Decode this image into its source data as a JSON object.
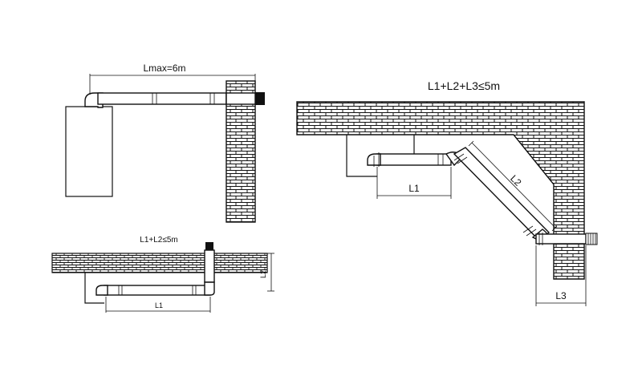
{
  "diagram_1": {
    "label_length": "Lmax=6m"
  },
  "diagram_2": {
    "label_sum": "L1+L2≤5m",
    "label_horizontal": "L1",
    "label_vertical": "L2"
  },
  "diagram_3": {
    "label_sum": "L1+L2+L3≤5m",
    "label_l1": "L1",
    "label_l2": "L2",
    "label_l3": "L3"
  }
}
